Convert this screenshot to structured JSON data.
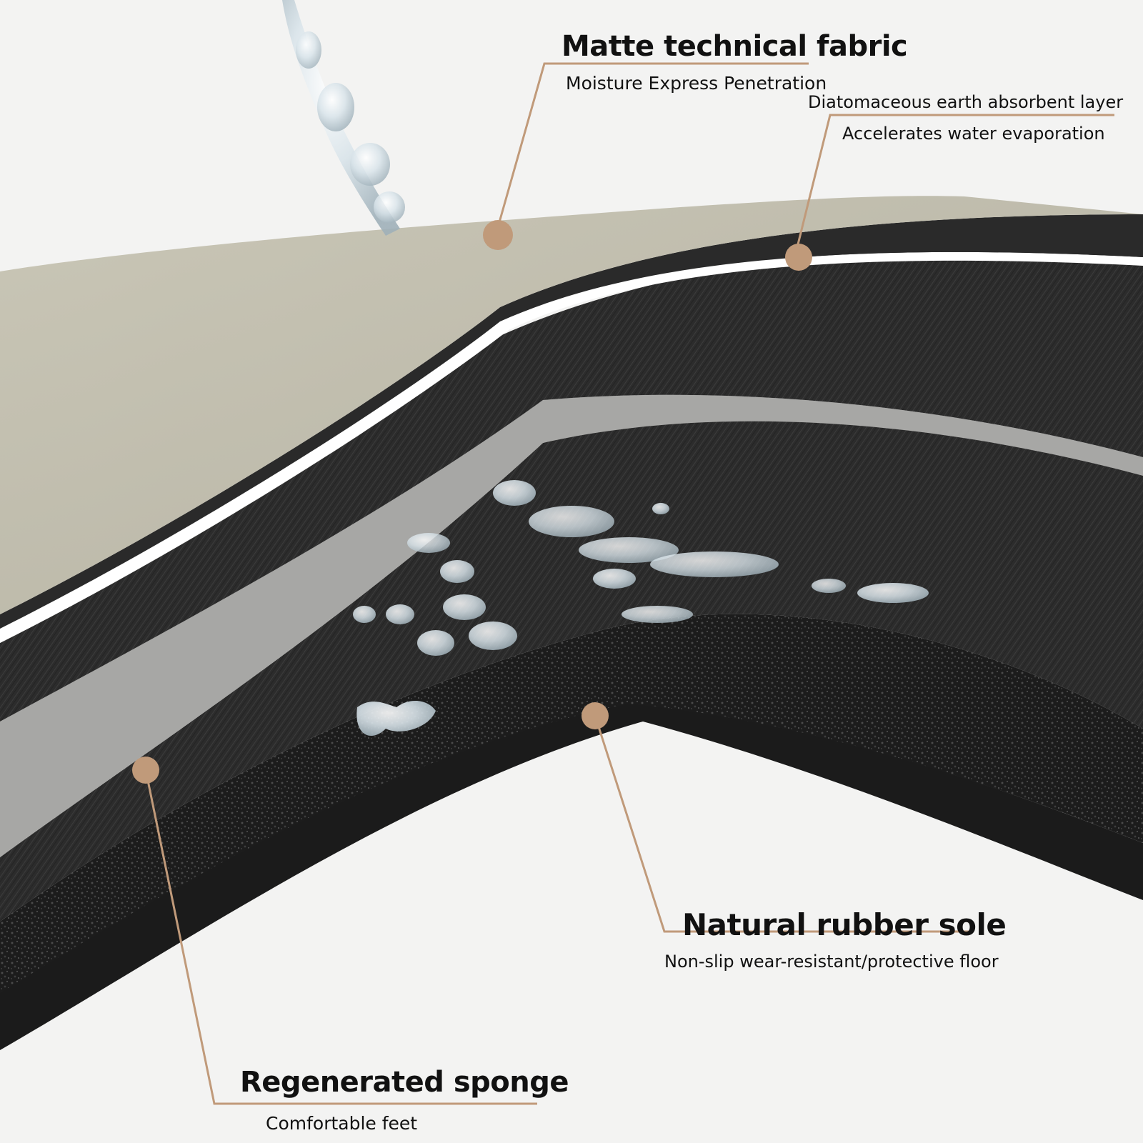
{
  "accent_color": "#c09a7a",
  "callouts": {
    "matte_fabric": {
      "title": "Matte technical fabric",
      "subtitle": "Moisture Express Penetration"
    },
    "diatom_layer": {
      "title": "Diatomaceous earth absorbent layer",
      "subtitle": "Accelerates water evaporation"
    },
    "rubber_sole": {
      "title": "Natural rubber sole",
      "subtitle": "Non-slip wear-resistant/protective floor"
    },
    "sponge": {
      "title": "Regenerated sponge",
      "subtitle": "Comfortable feet"
    }
  },
  "icons": [
    "water-drop-icon"
  ]
}
